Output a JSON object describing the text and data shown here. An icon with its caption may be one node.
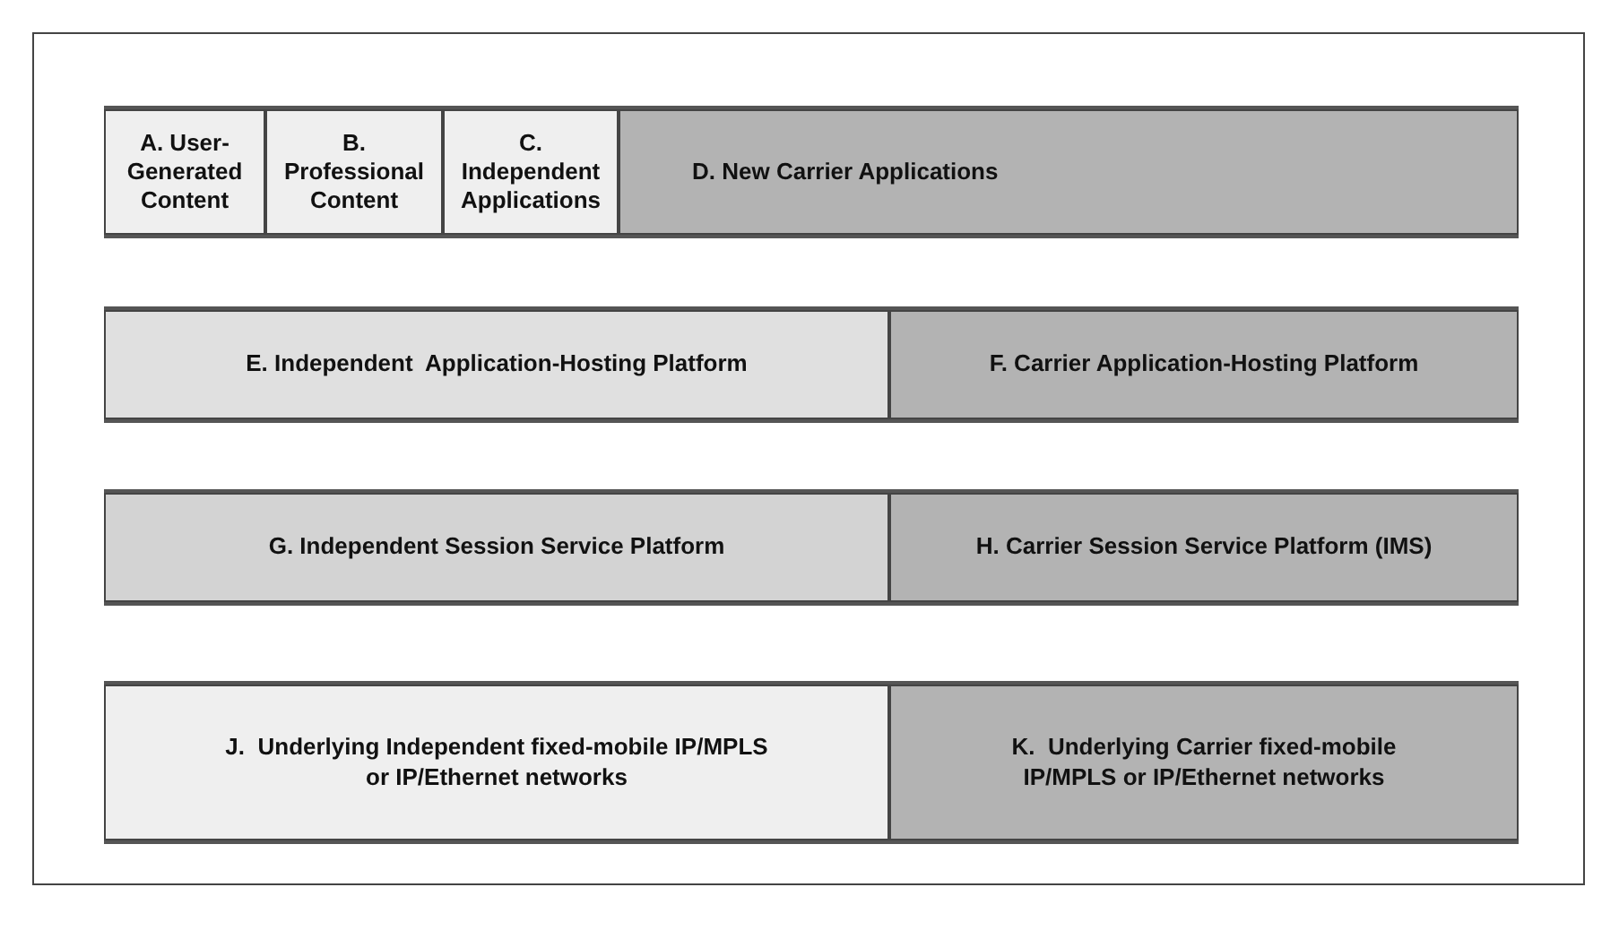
{
  "diagram": {
    "nodes": [
      {
        "text": [
          "A. User-Generated Content"
        ]
      },
      {
        "text": [
          "B. Professional Content"
        ]
      },
      {
        "text": [
          "C. Independent Applications"
        ]
      },
      {
        "text": [
          "D. New Carrier Applications"
        ]
      },
      {
        "text": [
          "E. Independent  Application-Hosting Platform"
        ]
      },
      {
        "text": [
          "F. Carrier Application-Hosting Platform"
        ]
      },
      {
        "text": [
          "G. Independent Session Service Platform"
        ]
      },
      {
        "text": [
          "H. Carrier Session Service Platform (IMS)"
        ]
      },
      {
        "text": [
          "J.  Underlying Independent fixed-mobile IP/MPLS or IP/Ethernet networks"
        ]
      },
      {
        "text": [
          "K.  Underlying Carrier fixed-mobile IP/MPLS or IP/Ethernet networks"
        ]
      }
    ]
  }
}
